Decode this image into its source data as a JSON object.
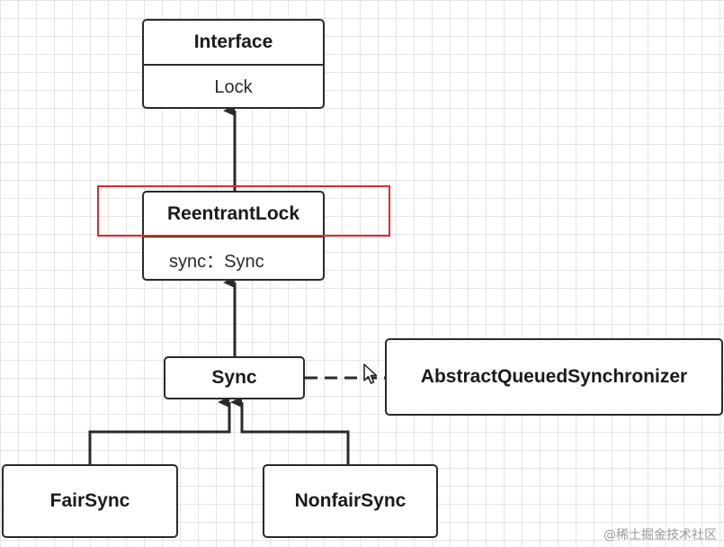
{
  "classes": {
    "interface": {
      "title": "Interface",
      "attribute": "Lock"
    },
    "reentrant_lock": {
      "title": "ReentrantLock",
      "attribute": "sync：Sync"
    },
    "sync": {
      "title": "Sync"
    },
    "aqs": {
      "title": "AbstractQueuedSynchronizer"
    },
    "fair_sync": {
      "title": "FairSync"
    },
    "nonfair_sync": {
      "title": "NonfairSync"
    }
  },
  "watermark": "@稀土掘金技术社区",
  "colors": {
    "highlight": "#e02a2a",
    "border": "#2a2a2a",
    "grid": "#e4e4e4"
  },
  "icons": {
    "cursor": "mouse-pointer-icon"
  }
}
